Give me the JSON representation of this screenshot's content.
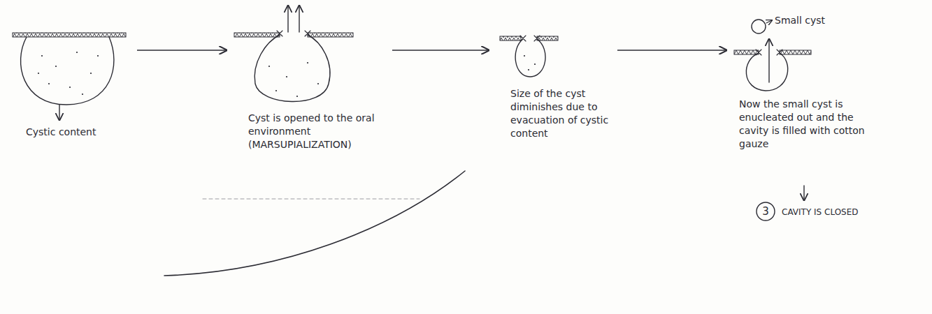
{
  "diagram": {
    "nodes": [
      {
        "text": [
          "Cystic content"
        ]
      },
      {
        "text": [
          "Cyst is opened to the oral environment",
          "(MARSUPIALIZATION)"
        ]
      },
      {
        "text": [
          "Size of the cyst diminishes due to evacuation of cystic content"
        ]
      },
      {
        "text": [
          "Now the small cyst is enucleated out and the cavity is filled with cotton gauze"
        ]
      }
    ],
    "edges": [
      {
        "from": 0,
        "to": 1,
        "arrow": "to"
      },
      {
        "from": 1,
        "to": 2,
        "arrow": "to"
      },
      {
        "from": 2,
        "to": 3,
        "arrow": "to"
      }
    ],
    "labels": [
      "Small cyst",
      "3",
      "CAVITY IS CLOSED"
    ]
  }
}
